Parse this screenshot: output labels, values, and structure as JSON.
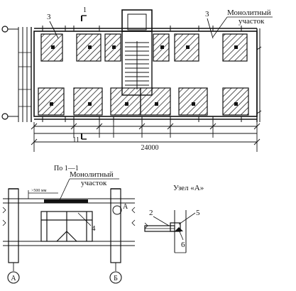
{
  "plan": {
    "label_monolithic": "Монолитный",
    "label_section": "участок",
    "callout_left": "3",
    "callout_right": "3",
    "section_mark": "1",
    "dim_overall": "24000",
    "dim_bay": "11"
  },
  "section": {
    "title": "По 1—1",
    "label_monolithic": "Монолитный",
    "label_section": "участок",
    "callout": "4",
    "dim_note": ">500 мм",
    "axis_left": "А",
    "axis_right": "Б",
    "node_mark": "А"
  },
  "node": {
    "title": "Узел «А»",
    "callout_2": "2",
    "callout_5": "5",
    "callout_6": "6"
  }
}
